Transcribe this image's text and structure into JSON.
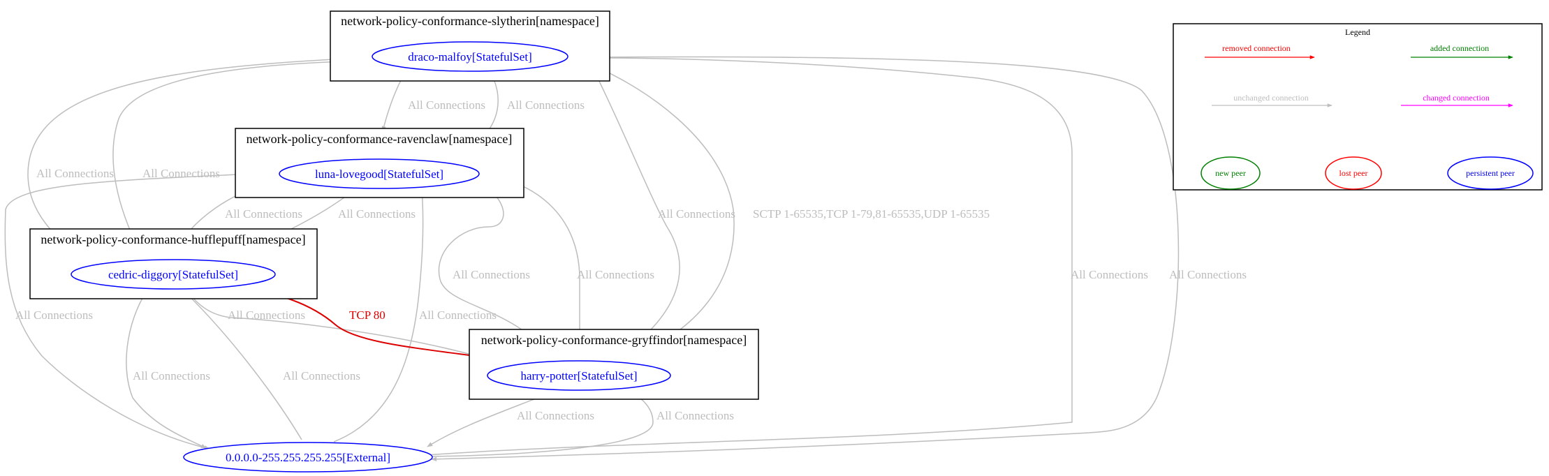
{
  "colors": {
    "unchanged": "#bdbdbd",
    "added": "#008000",
    "removed": "#ff0000",
    "changed": "#ff00ff",
    "persistent_peer": "#0000ff",
    "lost_peer": "#ff0000",
    "new_peer": "#008000",
    "cluster_border": "#000000",
    "highlight_edge": "#dd0000"
  },
  "namespaces": {
    "slytherin": "network-policy-conformance-slytherin[namespace]",
    "ravenclaw": "network-policy-conformance-ravenclaw[namespace]",
    "hufflepuff": "network-policy-conformance-hufflepuff[namespace]",
    "gryffindor": "network-policy-conformance-gryffindor[namespace]"
  },
  "peers": {
    "draco": "draco-malfoy[StatefulSet]",
    "luna": "luna-lovegood[StatefulSet]",
    "cedric": "cedric-diggory[StatefulSet]",
    "harry": "harry-potter[StatefulSet]",
    "external": "0.0.0.0-255.255.255.255[External]"
  },
  "edge_labels": {
    "draco_luna": "All Connections",
    "luna_draco": "All Connections",
    "draco_cedric": "All Connections",
    "cedric_draco": "All Connections",
    "luna_cedric_a": "All Connections",
    "luna_cedric_b": "All Connections",
    "harry_draco": "All Connections",
    "harry_draco_sctp": "SCTP 1-65535,TCP 1-79,81-65535,UDP 1-65535",
    "harry_luna": "All Connections",
    "luna_harry": "All Connections",
    "external_draco": "All Connections",
    "draco_external": "All Connections",
    "luna_external": "All Connections",
    "cedric_harry_tcp80": "TCP 80",
    "external_luna": "All Connections",
    "harry_cedric": "All Connections",
    "cedric_external": "All Connections",
    "external_cedric": "All Connections",
    "harry_external": "All Connections",
    "external_harry": "All Connections"
  },
  "legend": {
    "title": "Legend",
    "removed_connection": "removed connection",
    "added_connection": "added connection",
    "unchanged_connection": "unchanged connection",
    "changed_connection": "changed connection",
    "new_peer": "new peer",
    "lost_peer": "lost peer",
    "persistent_peer": "persistent peer"
  }
}
